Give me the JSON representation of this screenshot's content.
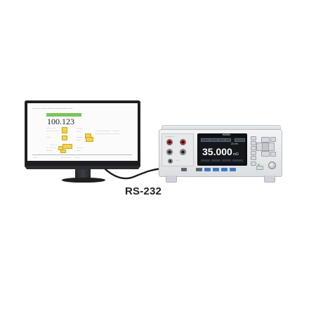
{
  "label": {
    "text": "RS-232"
  },
  "instrument": {
    "brand": "HIOKI",
    "reading": "35.000",
    "unit": "mΩ",
    "temperature": "20.0"
  },
  "pc_screen": {
    "main_value": "100.123"
  }
}
